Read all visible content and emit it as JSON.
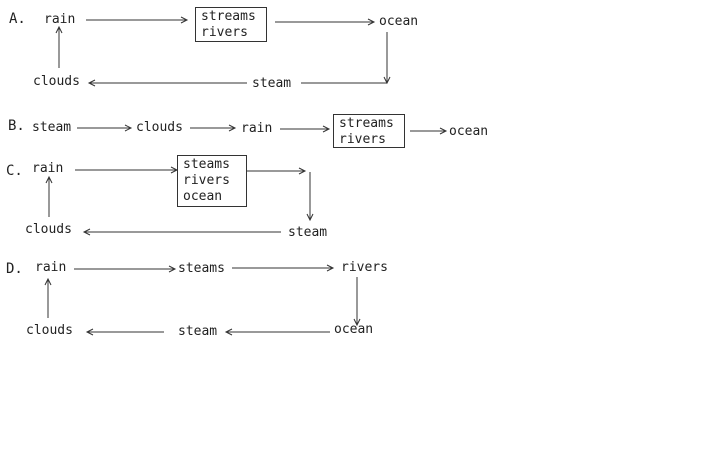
{
  "options": {
    "a": {
      "label": "A.",
      "rain": "rain",
      "box": [
        "streams",
        "rivers"
      ],
      "ocean": "ocean",
      "steam": "steam",
      "clouds": "clouds"
    },
    "b": {
      "label": "B.",
      "steam": "steam",
      "clouds": "clouds",
      "rain": "rain",
      "box": [
        "streams",
        "rivers"
      ],
      "ocean": "ocean"
    },
    "c": {
      "label": "C.",
      "rain": "rain",
      "box": [
        "steams",
        "rivers",
        "ocean"
      ],
      "steam": "steam",
      "clouds": "clouds"
    },
    "d": {
      "label": "D.",
      "rain": "rain",
      "steams": "steams",
      "rivers": "rivers",
      "ocean": "ocean",
      "steam": "steam",
      "clouds": "clouds"
    }
  }
}
